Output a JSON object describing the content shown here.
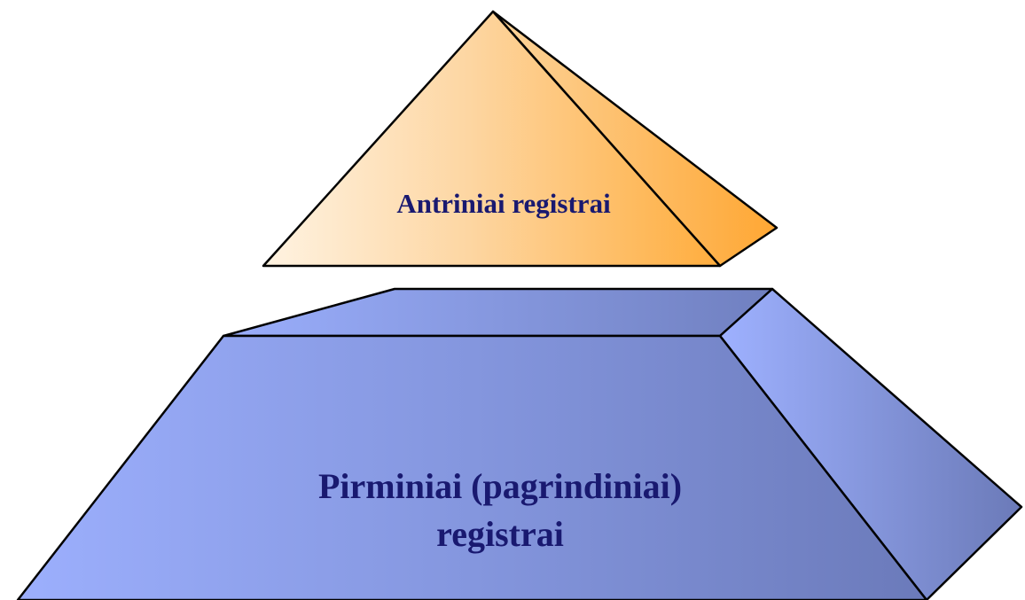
{
  "diagram": {
    "top_shape": {
      "label": "Antriniai registrai",
      "colors": {
        "light": "#fde7c6",
        "dark": "#ffad3d",
        "edge": "#000000"
      }
    },
    "bottom_shape": {
      "label_line1": "Pirminiai (pagrindiniai)",
      "label_line2": "registrai",
      "colors": {
        "light": "#9aaefc",
        "dark": "#6c7bbb",
        "edge": "#000000"
      }
    },
    "text_color": "#191970"
  }
}
